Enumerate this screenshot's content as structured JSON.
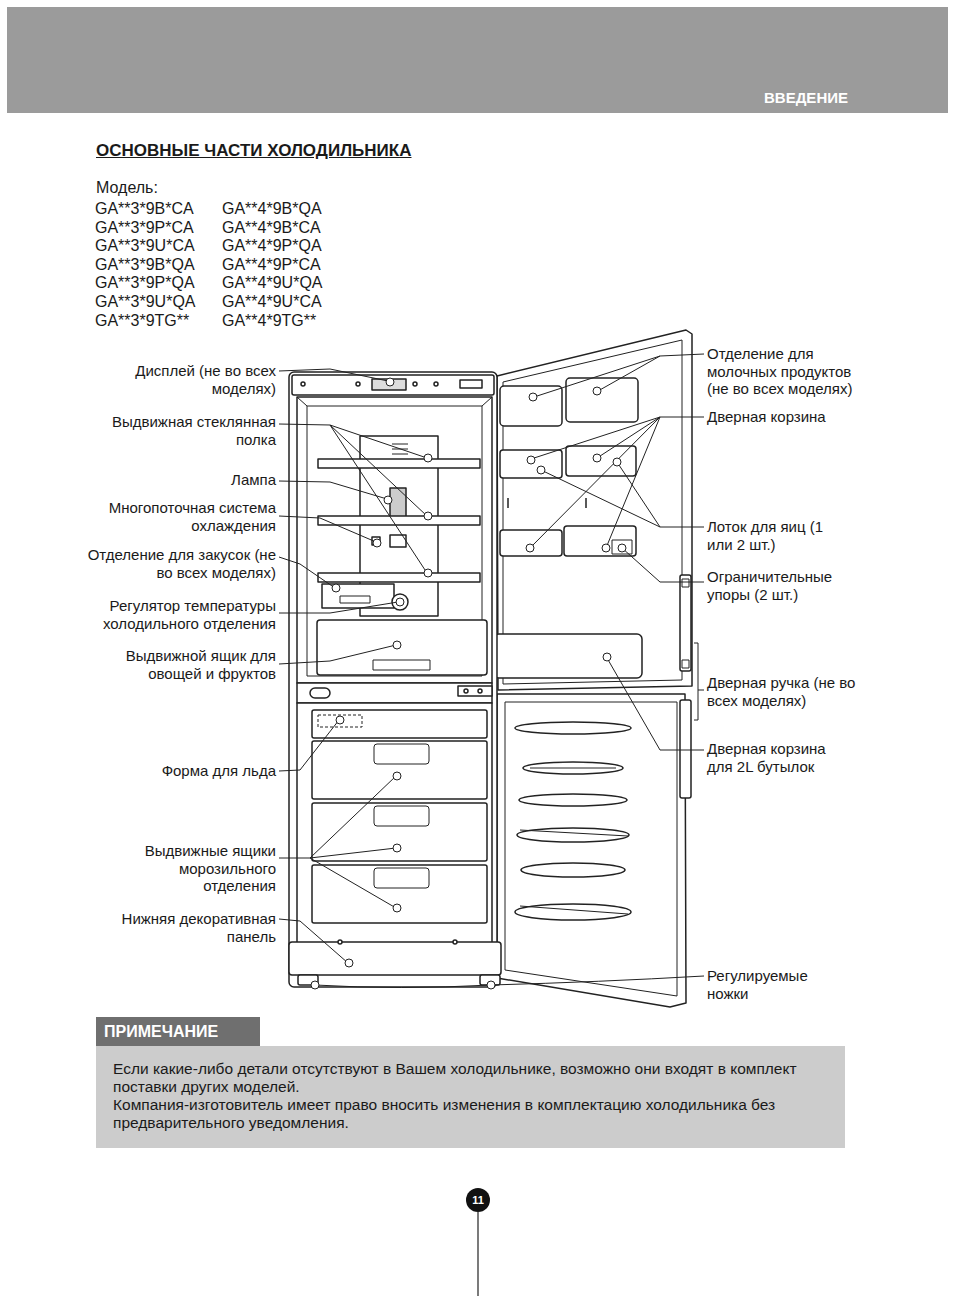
{
  "diagram": {
    "title": "ОСНОВНЫЕ ЧАСТИ ХОЛОДИЛЬНИКА",
    "nodes": [
      {
        "text": [
          "ВВЕДЕНИЕ"
        ]
      },
      {
        "text": [
          "ПРИМЕЧАНИЕ"
        ]
      },
      {
        "text": [
          "Если какие-либо детали отсутствуют в Вашем холодильнике, возможно они входят в комплект поставки других моделей.",
          "Компания-изготовитель имеет право вносить изменения в комплектацию холодильника без предварительного уведомления."
        ]
      },
      {
        "text": [
          "11"
        ]
      }
    ],
    "labels": [
      "Модель:",
      "GA**3*9B*CA",
      "GA**4*9B*QA",
      "GA**3*9P*CA",
      "GA**4*9B*CA",
      "GA**3*9U*CA",
      "GA**4*9P*QA",
      "GA**3*9B*QA",
      "GA**4*9P*CA",
      "GA**3*9P*QA",
      "GA**4*9U*QA",
      "GA**3*9U*QA",
      "GA**4*9U*CA",
      "GA**3*9TG**",
      "GA**4*9TG**",
      "Дисплей (не во всех моделях)",
      "Отделение для молочных продуктов (не во всех моделях)",
      "Выдвижная стеклянная полка",
      "Дверная корзина",
      "Лампа",
      "Многопоточная система охлаждения",
      "Лоток для яиц (1 или 2 шт.)",
      "Отделение для закусок (не во всех моделях)",
      "Ограничительные упоры (2 шт.)",
      "Регулятор температуры холодильного отделения",
      "Выдвижной ящик для овощей и фруктов",
      "Дверная ручка (не во всех моделях)",
      "Дверная корзина для 2L бутылок",
      "Форма для льда",
      "Выдвижные ящики морозильного отделения",
      "Нижняя декоративная панель",
      "Регулируемые ножки"
    ]
  }
}
